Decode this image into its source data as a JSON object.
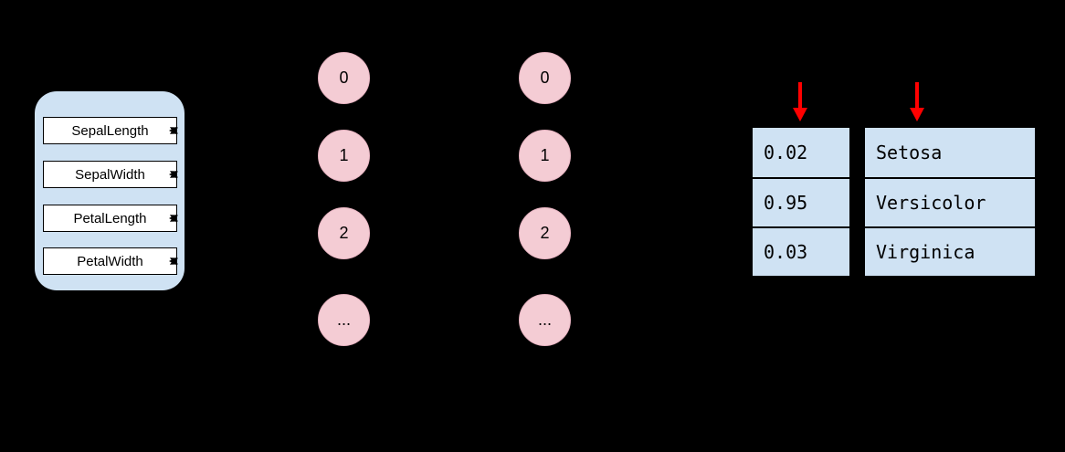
{
  "diagram": {
    "kind": "neural-network-architecture",
    "input_panel": {
      "features": [
        "SepalLength",
        "SepalWidth",
        "PetalLength",
        "PetalWidth"
      ]
    },
    "hidden_layers": [
      {
        "nodes": [
          "0",
          "1",
          "2",
          "..."
        ]
      },
      {
        "nodes": [
          "0",
          "1",
          "2",
          "..."
        ]
      }
    ],
    "output": {
      "probabilities": [
        "0.02",
        "0.95",
        "0.03"
      ],
      "classes": [
        "Setosa",
        "Versicolor",
        "Virginica"
      ]
    }
  },
  "colors": {
    "background": "#000000",
    "panel_fill": "#cfe2f3",
    "box_fill": "#ffffff",
    "box_border": "#000000",
    "node_fill": "#f4ccd4",
    "node_border": "#e8b4c2",
    "cell_fill": "#cfe2f3",
    "cell_border": "#000000",
    "arrow_red": "#ff0000"
  }
}
